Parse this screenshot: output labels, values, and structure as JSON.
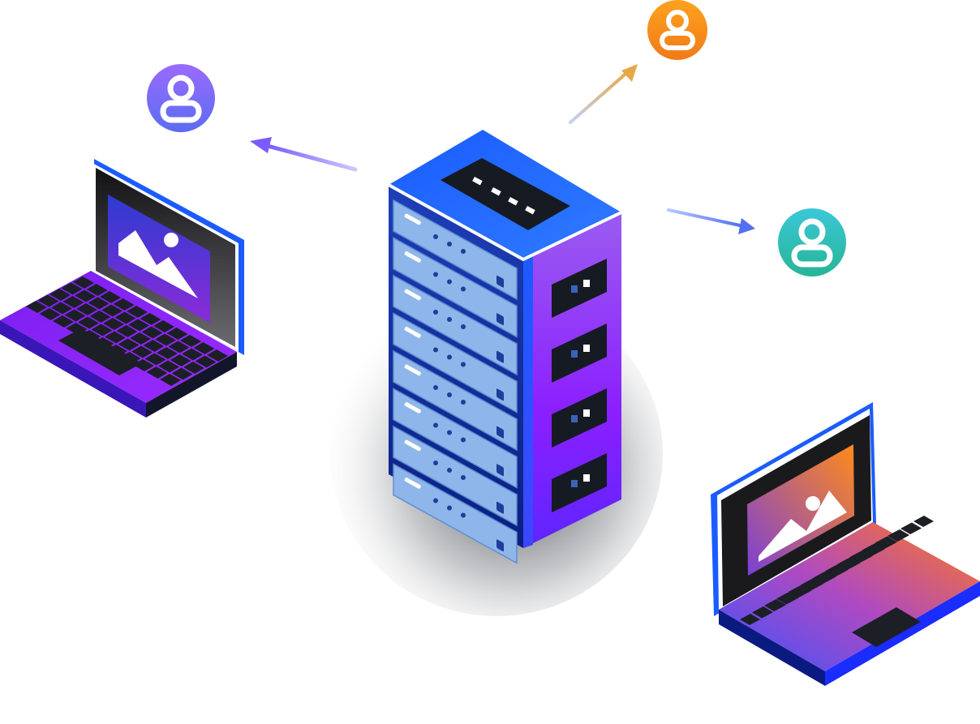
{
  "illustration": {
    "server": {
      "icon": "server-rack-icon",
      "front_units": 8,
      "side_ports": 4,
      "top_indicator_dots": 4
    },
    "users": [
      {
        "icon": "user-avatar-icon",
        "color_top": "#9b6bff",
        "color_bottom": "#5a6cf0"
      },
      {
        "icon": "user-avatar-icon",
        "color_top": "#ffa21f",
        "color_bottom": "#f07a18"
      },
      {
        "icon": "user-avatar-icon",
        "color_top": "#3cc7d8",
        "color_bottom": "#26b596"
      }
    ],
    "laptops": [
      {
        "icon": "laptop-icon",
        "screen_icon": "image-placeholder-icon",
        "accent": "#8b1fff"
      },
      {
        "icon": "laptop-icon",
        "screen_icon": "image-placeholder-icon",
        "accent": "#ff7a1a"
      }
    ],
    "arrows": [
      {
        "icon": "arrow-icon",
        "color": "#7a5cff"
      },
      {
        "icon": "arrow-icon",
        "color": "#e6a94a"
      },
      {
        "icon": "arrow-icon",
        "color": "#5470f0"
      }
    ],
    "colors": {
      "blue": "#1a5cff",
      "purple": "#8b1fff",
      "orange": "#ff7a1a",
      "panel": "#8eb6ea",
      "dark": "#1c1f26"
    }
  }
}
